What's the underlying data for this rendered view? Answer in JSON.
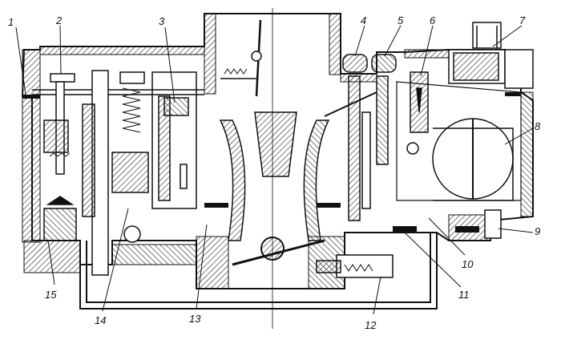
{
  "figure": {
    "callouts": [
      {
        "id": "1",
        "label": "1"
      },
      {
        "id": "2",
        "label": "2"
      },
      {
        "id": "3",
        "label": "3"
      },
      {
        "id": "4",
        "label": "4"
      },
      {
        "id": "5",
        "label": "5"
      },
      {
        "id": "6",
        "label": "6"
      },
      {
        "id": "7",
        "label": "7"
      },
      {
        "id": "8",
        "label": "8"
      },
      {
        "id": "9",
        "label": "9"
      },
      {
        "id": "10",
        "label": "10"
      },
      {
        "id": "11",
        "label": "11"
      },
      {
        "id": "12",
        "label": "12"
      },
      {
        "id": "13",
        "label": "13"
      },
      {
        "id": "14",
        "label": "14"
      },
      {
        "id": "15",
        "label": "15"
      }
    ]
  }
}
